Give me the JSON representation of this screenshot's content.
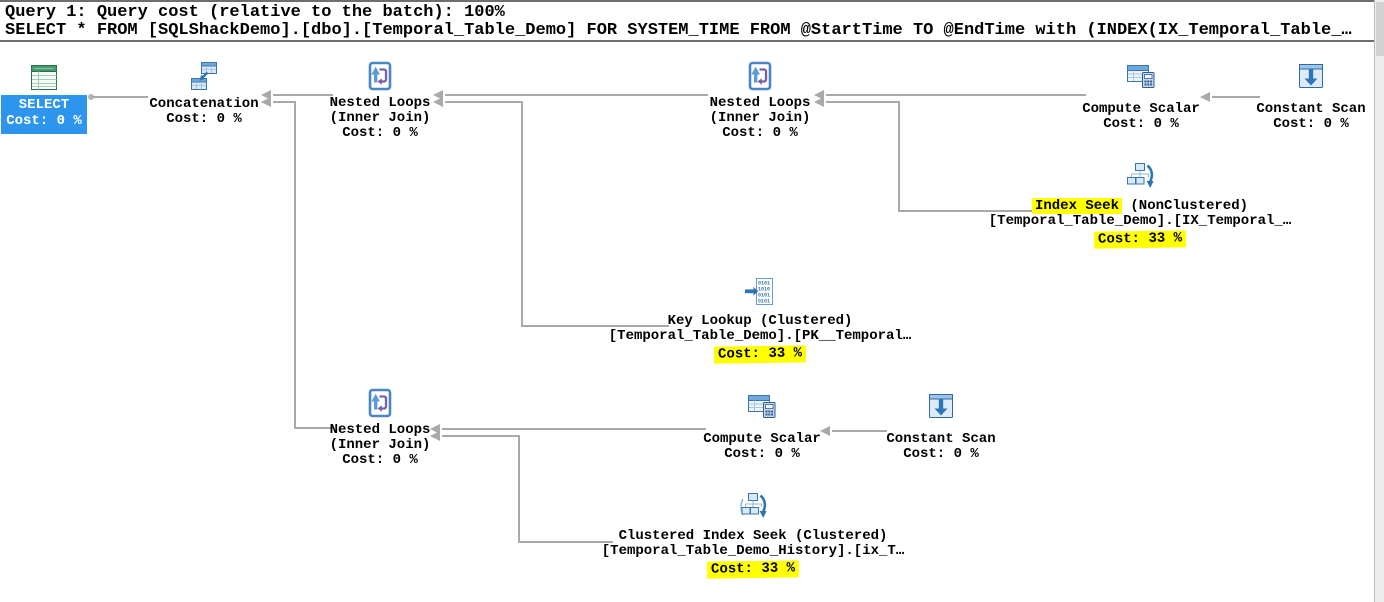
{
  "header": {
    "line1": "Query 1: Query cost (relative to the batch): 100%",
    "line2": "SELECT * FROM [SQLShackDemo].[dbo].[Temporal_Table_Demo] FOR SYSTEM_TIME FROM @StartTime TO @EndTime with (INDEX(IX_Temporal_Table_…"
  },
  "colors": {
    "selection_blue": "#2e95ef",
    "highlight_yellow": "#ffff00",
    "connector_gray": "#a9a9a9",
    "header_border": "#6e6e6e"
  },
  "nodes": [
    {
      "id": "select",
      "icon": "select-result",
      "selected": true,
      "lines": [
        {
          "t": "SELECT"
        },
        {
          "t": "Cost: 0 %"
        }
      ]
    },
    {
      "id": "concatenation",
      "icon": "concatenation",
      "lines": [
        {
          "t": "Concatenation"
        },
        {
          "t": "Cost: 0 %"
        }
      ]
    },
    {
      "id": "nested-loops-1",
      "icon": "nested-loops",
      "lines": [
        {
          "t": "Nested Loops"
        },
        {
          "t": "(Inner Join)"
        },
        {
          "t": "Cost: 0 %"
        }
      ]
    },
    {
      "id": "nested-loops-2",
      "icon": "nested-loops",
      "lines": [
        {
          "t": "Nested Loops"
        },
        {
          "t": "(Inner Join)"
        },
        {
          "t": "Cost: 0 %"
        }
      ]
    },
    {
      "id": "compute-scalar-1",
      "icon": "compute-scalar",
      "lines": [
        {
          "t": "Compute Scalar"
        },
        {
          "t": "Cost: 0 %"
        }
      ]
    },
    {
      "id": "constant-scan-1",
      "icon": "constant-scan",
      "lines": [
        {
          "t": "Constant Scan"
        },
        {
          "t": "Cost: 0 %"
        }
      ]
    },
    {
      "id": "index-seek",
      "icon": "index-seek",
      "lines": [
        {
          "hl": "Index Seek",
          "t": " (NonClustered)"
        },
        {
          "t": "[Temporal_Table_Demo].[IX_Temporal_…"
        },
        {
          "hl": "Cost: 33 %"
        }
      ]
    },
    {
      "id": "key-lookup",
      "icon": "key-lookup",
      "lines": [
        {
          "t": "Key Lookup (Clustered)"
        },
        {
          "t": "[Temporal_Table_Demo].[PK__Temporal…"
        },
        {
          "hl": "Cost: 33 %"
        }
      ]
    },
    {
      "id": "nested-loops-3",
      "icon": "nested-loops",
      "lines": [
        {
          "t": "Nested Loops"
        },
        {
          "t": "(Inner Join)"
        },
        {
          "t": "Cost: 0 %"
        }
      ]
    },
    {
      "id": "compute-scalar-2",
      "icon": "compute-scalar",
      "lines": [
        {
          "t": "Compute Scalar"
        },
        {
          "t": "Cost: 0 %"
        }
      ]
    },
    {
      "id": "constant-scan-2",
      "icon": "constant-scan",
      "lines": [
        {
          "t": "Constant Scan"
        },
        {
          "t": "Cost: 0 %"
        }
      ]
    },
    {
      "id": "clustered-index-seek",
      "icon": "clustered-index-seek",
      "lines": [
        {
          "t": "Clustered Index Seek (Clustered)"
        },
        {
          "t": "[Temporal_Table_Demo_History].[ix_T…"
        },
        {
          "hl": "Cost: 33 %"
        }
      ]
    }
  ]
}
